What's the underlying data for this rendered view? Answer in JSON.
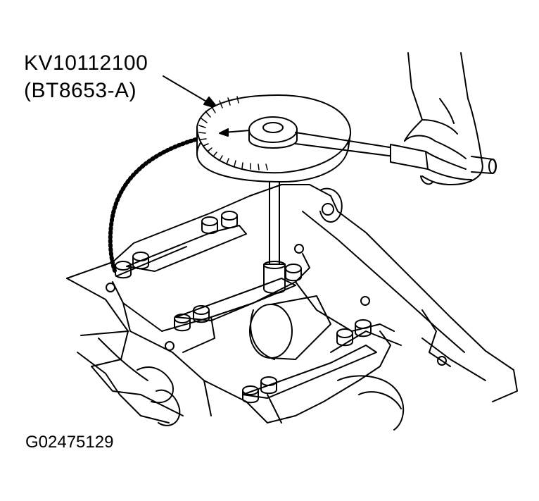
{
  "labels": {
    "tool_number": "KV10112100",
    "tool_alt_number": "(BT8653-A)",
    "figure_id": "G02475129"
  },
  "colors": {
    "line": "#000000",
    "background": "#ffffff"
  }
}
